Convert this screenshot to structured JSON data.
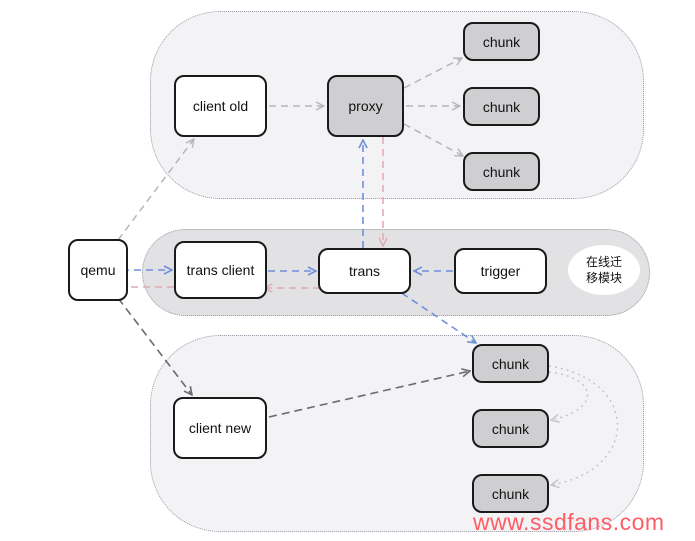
{
  "nodes": {
    "qemu": "qemu",
    "client_old": "client old",
    "proxy": "proxy",
    "chunk": "chunk",
    "trans_client": "trans client",
    "trans": "trans",
    "trigger": "trigger",
    "client_new": "client new"
  },
  "module_label": {
    "line1": "在线迁",
    "line2": "移模块"
  },
  "watermark": "www.ssdfans.com",
  "colors": {
    "blue_arrow": "#6f8fd8",
    "pink_arrow": "#e0a9b0",
    "grey_arrow": "#b5b5bd",
    "dark_arrow": "#6a6a72",
    "watermark": "#ff5d66"
  }
}
